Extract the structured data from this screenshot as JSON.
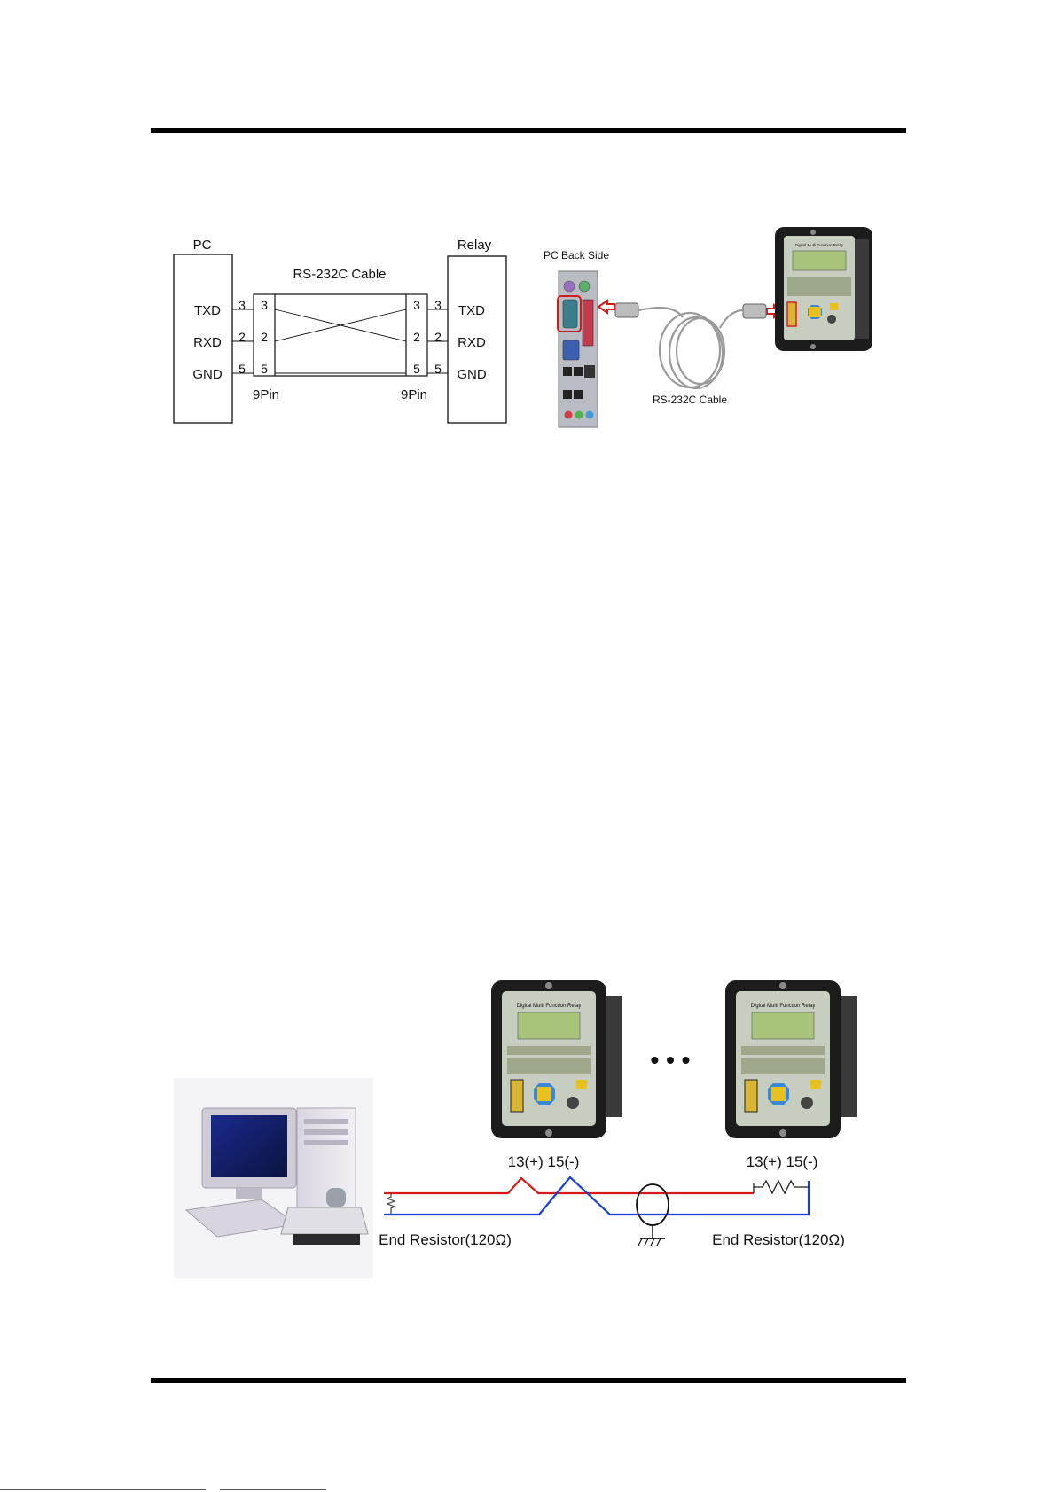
{
  "wiring_diagram": {
    "pc_label": "PC",
    "relay_label": "Relay",
    "cable_title": "RS-232C Cable",
    "pin_label_left": "9Pin",
    "pin_label_right": "9Pin",
    "signals": [
      {
        "name": "TXD",
        "pin": "3"
      },
      {
        "name": "RXD",
        "pin": "2"
      },
      {
        "name": "GND",
        "pin": "5"
      }
    ]
  },
  "connection_photo": {
    "pc_back_label": "PC Back Side",
    "cable_label": "RS-232C Cable",
    "relay_panel_title": "Digital Multi Function Relay"
  },
  "network_diagram": {
    "ellipsis": "• • •",
    "terminal_left": "13(+)  15(-)",
    "terminal_right": "13(+)  15(-)",
    "resistor_left": "End Resistor(120Ω)",
    "resistor_right": "End Resistor(120Ω)",
    "relay_panel_title": "Digital Multi Function Relay"
  },
  "colors": {
    "wire_positive": "#d41a1a",
    "wire_negative": "#1a3fd6",
    "relay_body": "#1c1c1c",
    "lcd": "#a8c47a"
  }
}
